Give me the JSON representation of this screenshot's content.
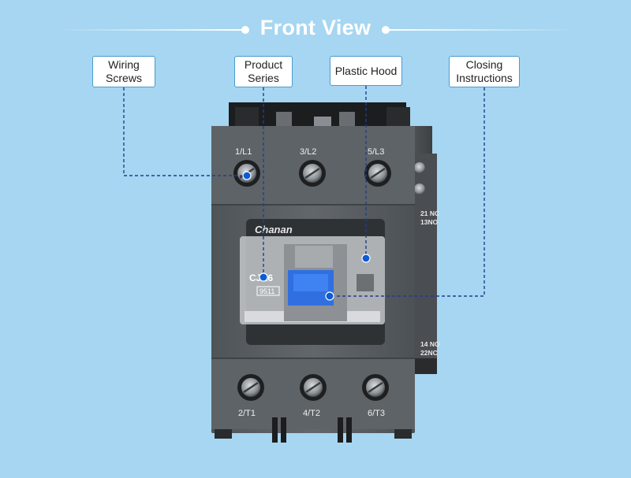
{
  "title": "Front View",
  "callouts": {
    "wiring_screws": "Wiring\nScrews",
    "product_series": "Product\nSeries",
    "plastic_hood": "Plastic Hood",
    "closing_instructions": "Closing\nInstructions"
  },
  "device": {
    "terminals_top": [
      "1/L1",
      "3/L2",
      "5/L3"
    ],
    "terminals_bottom": [
      "2/T1",
      "4/T2",
      "6/T3"
    ],
    "brand": "Chanan",
    "model_text": "CJX6",
    "model_code": "9511",
    "aux_top": [
      "21 NC",
      "13NO"
    ],
    "aux_bottom": [
      "14 NO",
      "22NC"
    ]
  },
  "colors": {
    "background": "#a6d6f1",
    "body": "#5b6064",
    "leader_line": "#1f3f8f",
    "leader_dot": "#0b5bd6",
    "actuator": "#2f6fe0"
  }
}
